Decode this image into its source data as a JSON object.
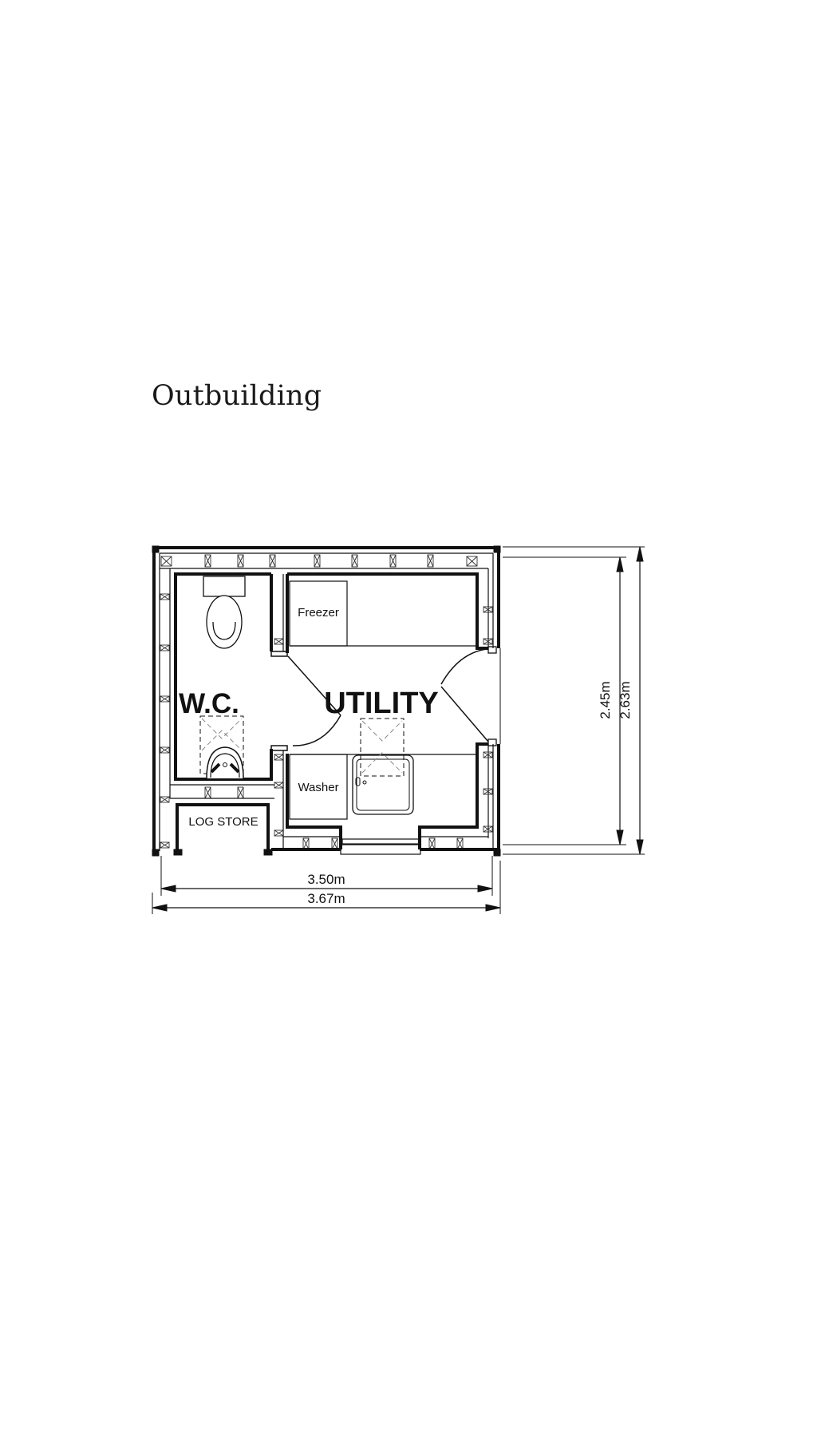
{
  "page": {
    "title": "Outbuilding"
  },
  "floorplan": {
    "rooms": [
      {
        "name": "W.C.",
        "key": "wc"
      },
      {
        "name": "UTILITY",
        "key": "utility"
      },
      {
        "name": "LOG STORE",
        "key": "log_store"
      }
    ],
    "fixtures": {
      "freezer": "Freezer",
      "washer": "Washer"
    },
    "dimensions": {
      "inner_width": "3.50m",
      "outer_width": "3.67m",
      "inner_depth": "2.45m",
      "outer_depth": "2.63m"
    }
  },
  "colors": {
    "line": "#111111",
    "background": "#ffffff"
  }
}
